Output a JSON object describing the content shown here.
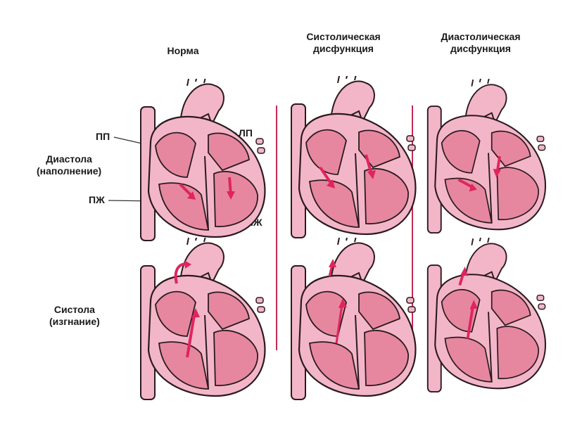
{
  "columns": {
    "norm": "Норма",
    "systolic": [
      "Систолическая",
      "дисфункция"
    ],
    "diastolic": [
      "Диастолическая",
      "дисфункция"
    ]
  },
  "rows": {
    "diastole": [
      "Диастола",
      "(наполнение)"
    ],
    "systole": [
      "Систола",
      "(изгнание)"
    ]
  },
  "chambers": {
    "ra": "ПП",
    "la": "ЛП",
    "rv": "ПЖ",
    "lv": "ЛЖ"
  },
  "colors": {
    "heart_fill": "#f3b6c8",
    "chamber_fill": "#e7879f",
    "outline": "#2a1a20",
    "arrow": "#e0245e",
    "divider": "#c62a54"
  }
}
